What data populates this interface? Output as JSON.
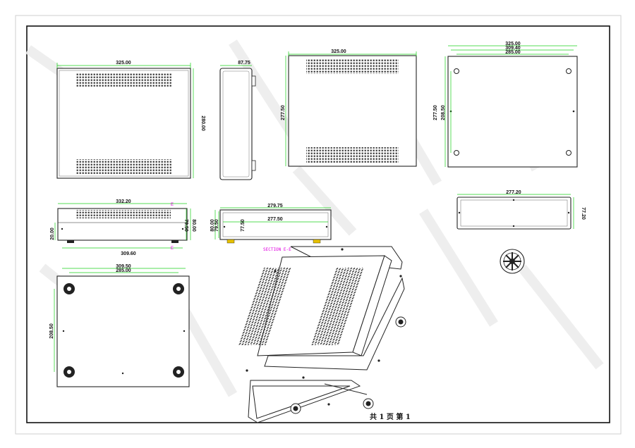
{
  "drawing": {
    "front_view": {
      "width": "325.00",
      "height": "280.00"
    },
    "side_view": {
      "depth": "87.75"
    },
    "rear_view": {
      "width": "325.00",
      "height": "277.50"
    },
    "back_panel": {
      "w1": "325.00",
      "w2": "309.40",
      "w3": "285.00",
      "h1": "277.50",
      "h2": "208.50"
    },
    "top_view": {
      "width": "332.20",
      "bottom": "309.60",
      "left_h": "20.00",
      "h1": "79.50",
      "h2": "80.00",
      "section_marker": "E"
    },
    "section_view": {
      "width": "279.75",
      "inner": "277.50",
      "h1": "80.00",
      "h2": "79.50",
      "h3": "77.50",
      "label": "SECTION E-E"
    },
    "end_panel": {
      "width": "277.20",
      "height": "77.20"
    },
    "bottom_view": {
      "w1": "309.50",
      "w2": "285.00",
      "height": "208.50"
    },
    "footer": {
      "text": "共 1 页  第 1"
    },
    "colors": {
      "dimension_line": "#1bd11b",
      "outline": "#222222",
      "section_label": "#e000e0",
      "foot_pad": "#e6c000",
      "watermark": "#e8e8e8"
    }
  }
}
